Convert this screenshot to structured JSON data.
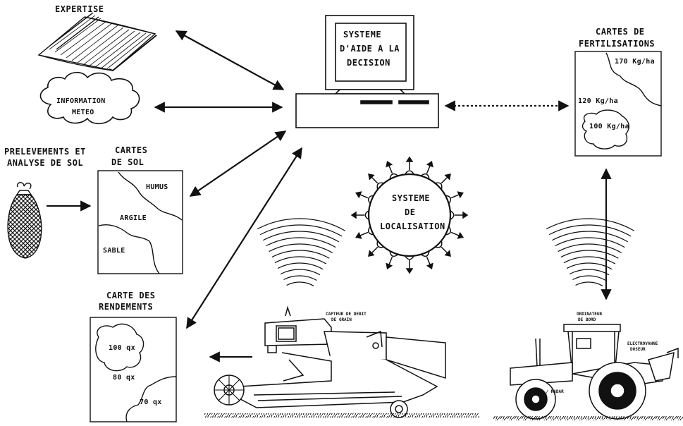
{
  "labels": {
    "expertise": "EXPERTISE",
    "info_meteo_1": "INFORMATION",
    "info_meteo_2": "METEO",
    "prelevements_1": "PRELEVEMENTS ET",
    "prelevements_2": "ANALYSE DE SOL",
    "cartes_sol_1": "CARTES",
    "cartes_sol_2": "DE SOL",
    "humus": "HUMUS",
    "argile": "ARGILE",
    "sable": "SABLE",
    "dss_1": "SYSTEME",
    "dss_2": "D'AIDE A LA",
    "dss_3": "DECISION",
    "fert_1": "CARTES DE",
    "fert_2": "FERTILISATIONS",
    "fert_170": "170 Kg/ha",
    "fert_120": "120 Kg/ha",
    "fert_100": "100 Kg/ha",
    "loc_1": "SYSTEME",
    "loc_2": "DE",
    "loc_3": "LOCALISATION",
    "rend_1": "CARTE DES",
    "rend_2": "RENDEMENTS",
    "rend_100": "100 qx",
    "rend_80": "80 qx",
    "rend_70": "70 qx",
    "combine_1": "CAPTEUR DE DEBIT",
    "combine_2": "DE GRAIN",
    "tractor_1": "ORDINATEUR",
    "tractor_2": "DE BORD",
    "tractor_3": "ELECTROVANNE",
    "tractor_4": "DOSEUR",
    "tractor_5": "GPS / RADAR"
  },
  "colors": {
    "ink": "#111111",
    "paper": "#ffffff"
  },
  "icons": [
    "book-icon",
    "cloud-icon",
    "soil-sample-bag-icon",
    "computer-icon",
    "satellite-sun-icon",
    "combine-harvester-icon",
    "tractor-icon"
  ]
}
